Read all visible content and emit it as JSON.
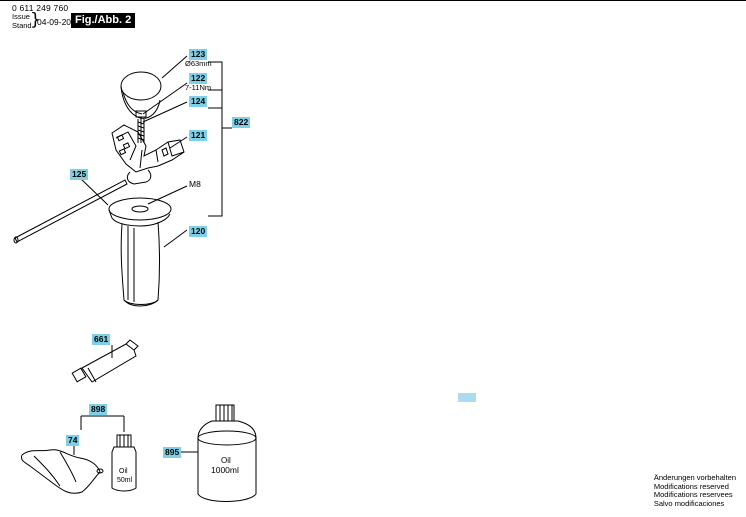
{
  "header": {
    "part_number": "0 611 249 760",
    "issue_label": "Issue",
    "stand_label": "Stand",
    "date": "04-09-20",
    "figure_label": "Fig./Abb. 2"
  },
  "callouts": {
    "c123": "123",
    "c122": "122",
    "c124": "124",
    "c121": "121",
    "c822": "822",
    "c125": "125",
    "c120": "120",
    "c661": "661",
    "c898": "898",
    "c74": "74",
    "c895": "895"
  },
  "notes": {
    "diameter": "Ø63mm",
    "torque": "7-11Nm",
    "thread": "M8"
  },
  "bottles": {
    "small_oil": "Oil",
    "small_volume": "50ml",
    "large_oil": "Oil",
    "large_volume": "1000ml"
  },
  "footer": {
    "line1": "Änderungen vorbehalten",
    "line2": "Modifications reserved",
    "line3": "Modifications reservees",
    "line4": "Salvo modificaciones"
  },
  "colors": {
    "callout_bg": "#7fd0e6"
  }
}
